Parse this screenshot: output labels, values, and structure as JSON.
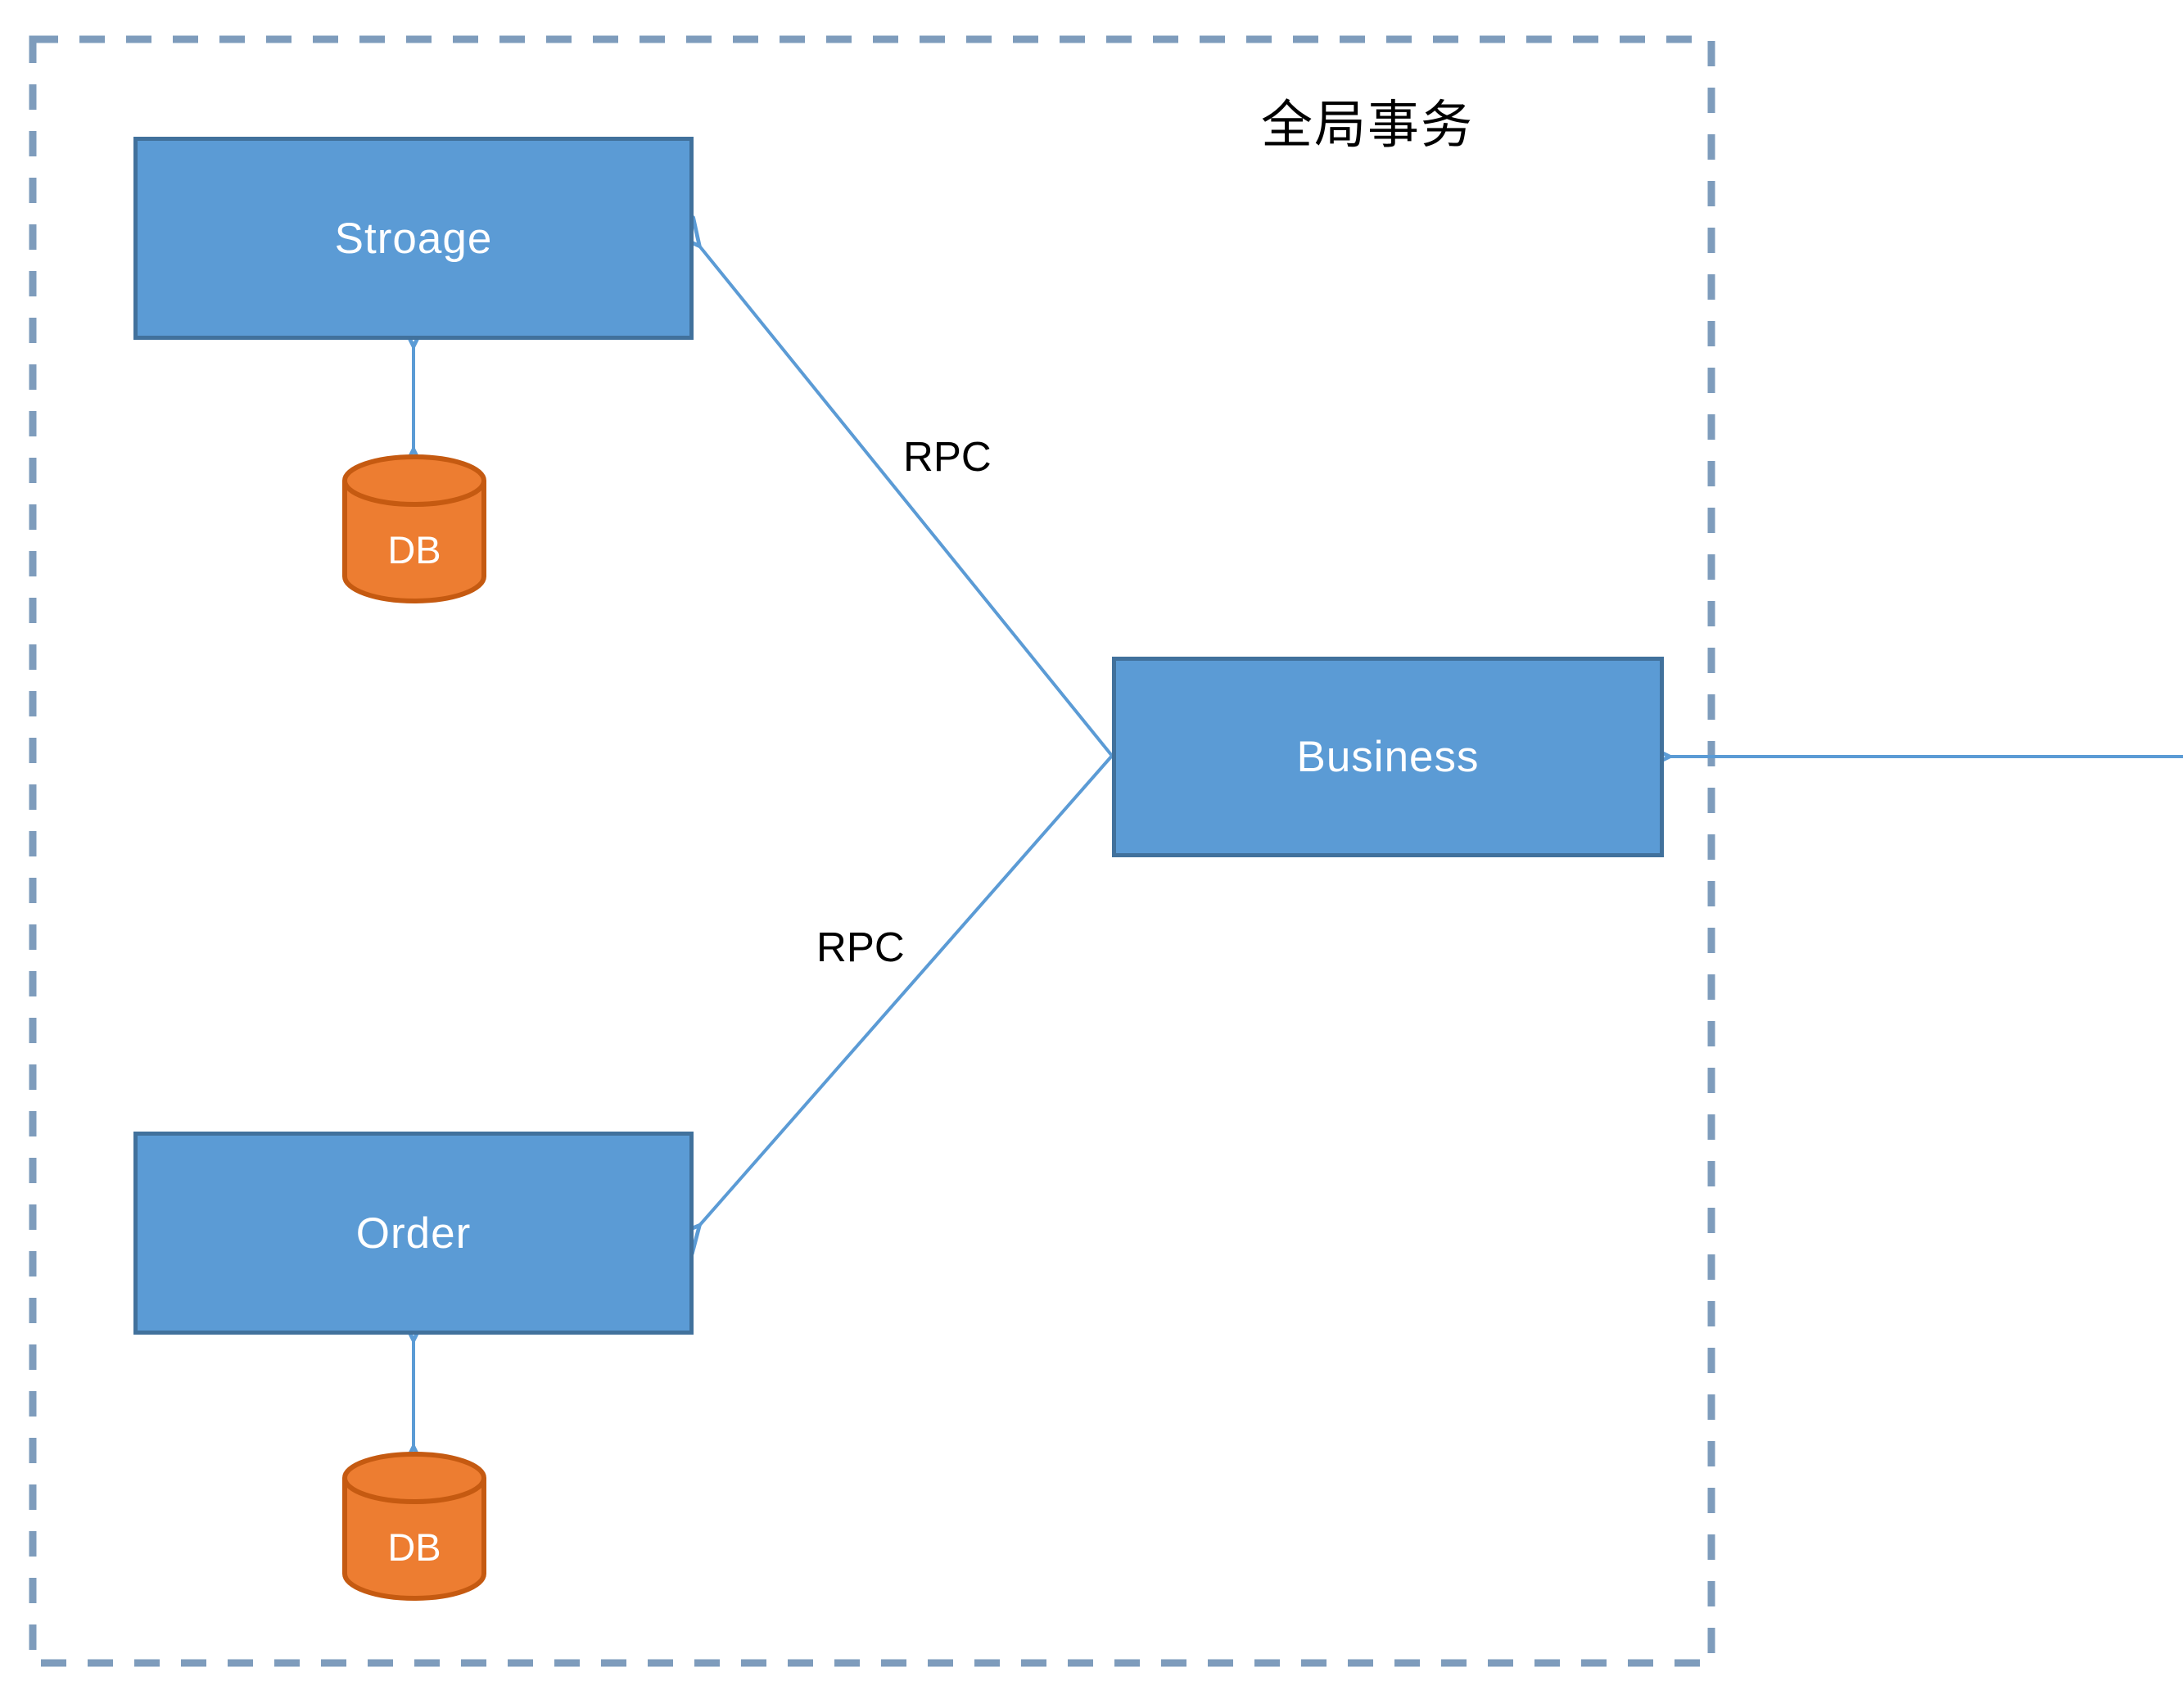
{
  "diagram": {
    "title": "全局事务",
    "nodes": {
      "storage": {
        "label": "Stroage"
      },
      "business": {
        "label": "Business"
      },
      "order": {
        "label": "Order"
      },
      "storage_db": {
        "label": "DB"
      },
      "order_db": {
        "label": "DB"
      }
    },
    "edges": {
      "rpc_top_label": "RPC",
      "rpc_bottom_label": "RPC"
    },
    "colors": {
      "node_fill": "#5B9BD5",
      "node_border": "#41719C",
      "db_fill": "#ED7D31",
      "db_border": "#C55A11",
      "connector_blue": "#5B9BD5",
      "boundary_dash": "#7E9CBC",
      "node_text": "#FFFFFF",
      "label_text": "#000000"
    }
  }
}
